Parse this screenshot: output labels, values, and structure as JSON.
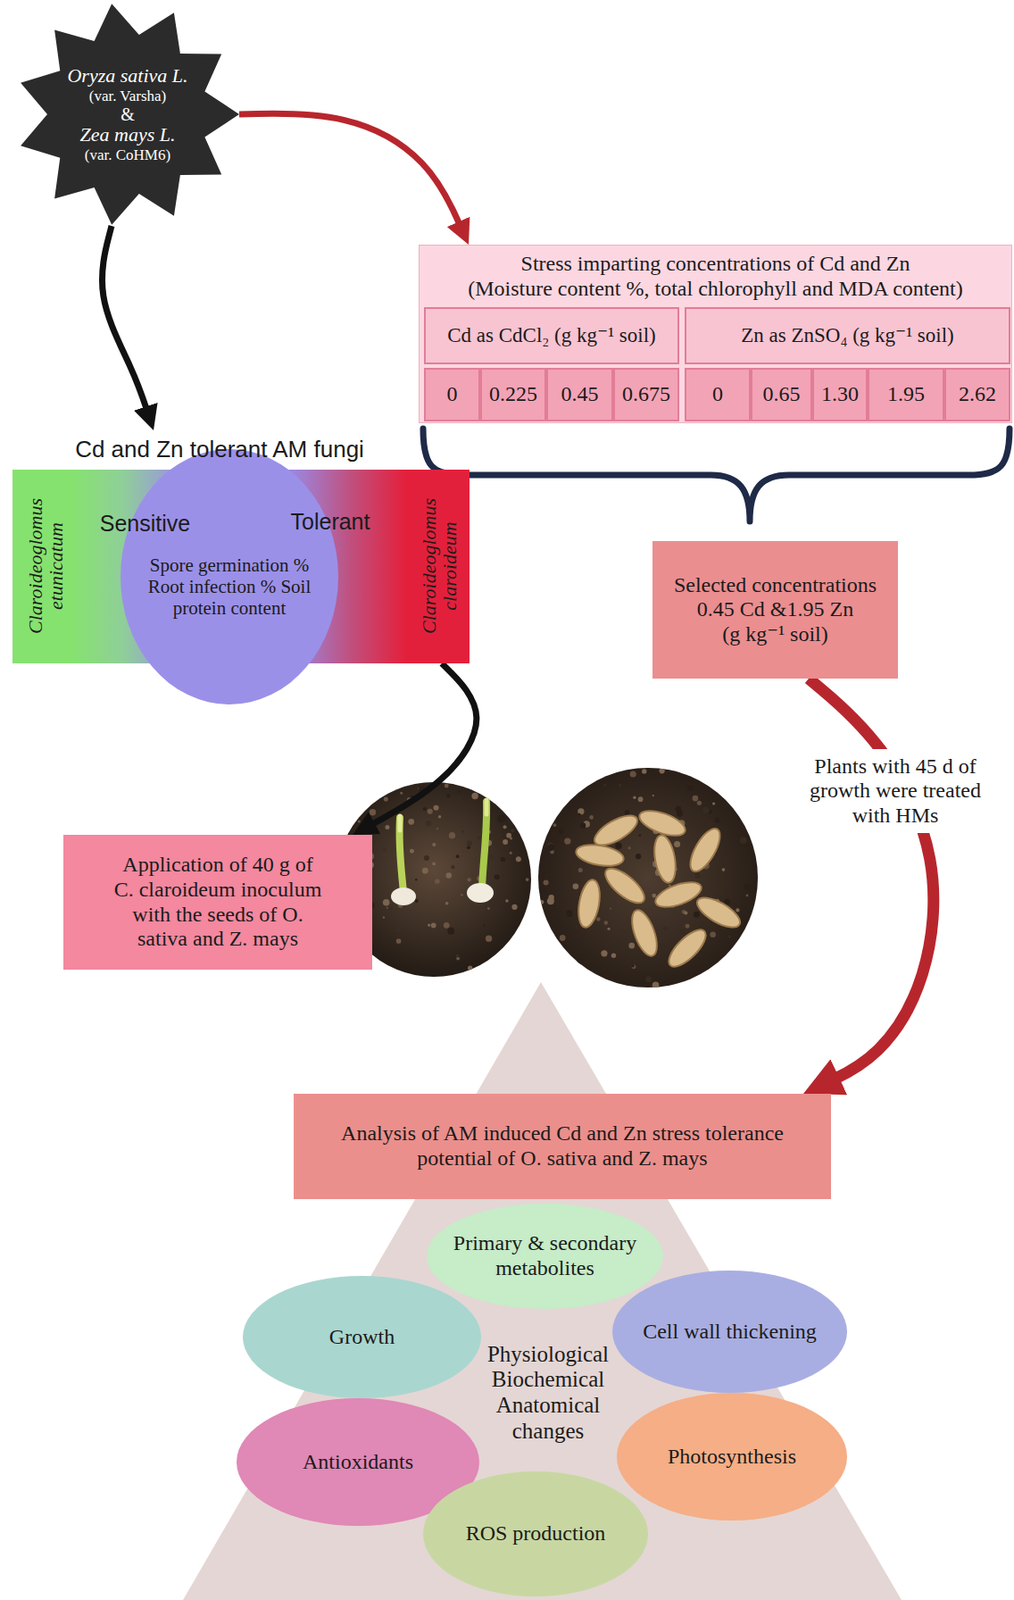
{
  "diagram": {
    "nodes": [
      {
        "text": [
          "Oryza sativa L.",
          "(var. Varsha)",
          "&",
          "Zea mays L.",
          "(var. CoHM6)"
        ]
      },
      {
        "text": [
          "Stress imparting concentrations of Cd and Zn",
          "(Moisture content %, total chlorophyll and MDA content)"
        ]
      },
      {
        "text": [
          "Cd as CdCl₂ (g kg⁻¹ soil)"
        ],
        "in": 1
      },
      {
        "text": [
          "Zn as ZnSO₄ (g kg⁻¹ soil)"
        ],
        "in": 1
      },
      {
        "text": [
          "0"
        ],
        "in": 1
      },
      {
        "text": [
          "0.225"
        ],
        "in": 1
      },
      {
        "text": [
          "0.45"
        ],
        "in": 1
      },
      {
        "text": [
          "0.675"
        ],
        "in": 1
      },
      {
        "text": [
          "0"
        ],
        "in": 1
      },
      {
        "text": [
          "0.65"
        ],
        "in": 1
      },
      {
        "text": [
          "1.30"
        ],
        "in": 1
      },
      {
        "text": [
          "1.95"
        ],
        "in": 1
      },
      {
        "text": [
          "2.62"
        ],
        "in": 1
      },
      {
        "text": [
          "Cd and Zn tolerant AM fungi",
          "Claroideoglomus etunicatum",
          "Sensitive",
          "Tolerant",
          "Claroideoglomus claroideum"
        ]
      },
      {
        "text": [
          "Spore germination % Root infection % Soil protein content"
        ],
        "in": 13
      },
      {
        "text": [
          "Selected concentrations",
          "0.45 Cd &1.95 Zn (g kg⁻¹ soil)"
        ]
      },
      {
        "text": [
          "Application of 40 g of C. claroideum inoculum with the seeds of O. sativa and Z. mays"
        ]
      },
      {
        "text": [
          "Analysis of AM induced Cd and Zn stress tolerance potential of O. sativa and Z. mays"
        ]
      },
      {
        "text": [
          "Primary & secondary metabolites"
        ]
      },
      {
        "text": [
          "Growth"
        ]
      },
      {
        "text": [
          "Cell wall thickening"
        ]
      },
      {
        "text": [
          "Antioxidants"
        ]
      },
      {
        "text": [
          "Photosynthesis"
        ]
      },
      {
        "text": [
          "ROS production"
        ]
      }
    ],
    "edges": [
      {
        "from": 0,
        "to": 1,
        "arrow": "to"
      },
      {
        "from": 0,
        "to": 13,
        "arrow": "to"
      },
      {
        "from": 13,
        "to": 16,
        "arrow": "to"
      },
      {
        "from": 15,
        "to": 17,
        "arrow": "to",
        "label": "Plants with 45 d of growth were treated with HMs"
      }
    ],
    "labels": [
      "Physiological Biochemical Anatomical changes"
    ]
  }
}
